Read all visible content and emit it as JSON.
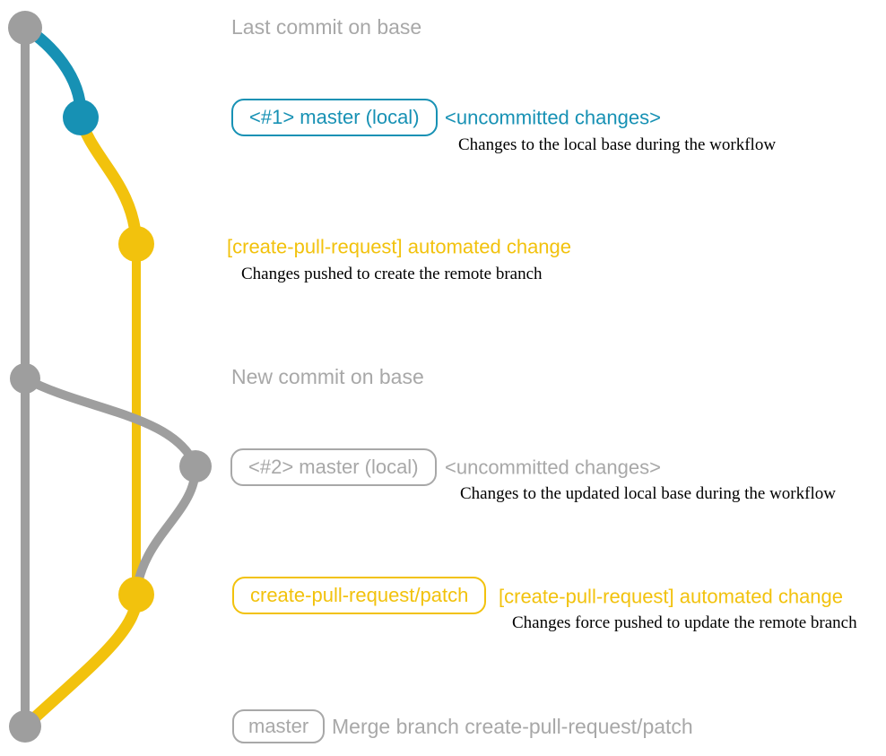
{
  "colors": {
    "gray": "#9e9e9e",
    "gray_text": "#a8a8a8",
    "teal": "#1791b4",
    "yellow": "#f2c20d",
    "black": "#000000"
  },
  "graph": {
    "branches": [
      {
        "name": "base",
        "color_key": "gray"
      },
      {
        "name": "uncommitted-changes",
        "color_key": "teal"
      },
      {
        "name": "create-pull-request/patch",
        "color_key": "yellow"
      }
    ],
    "commit_count": 7
  },
  "annotations": {
    "last_commit_label": "Last commit on base",
    "badge_master_1": "<#1> master (local)",
    "uncommitted_1_heading": "<uncommitted changes>",
    "uncommitted_1_note": "Changes to the local base during the workflow",
    "automated_1_heading": "[create-pull-request] automated change",
    "automated_1_note": "Changes pushed to create the remote branch",
    "new_commit_label": "New commit on base",
    "badge_master_2": "<#2> master (local)",
    "uncommitted_2_heading": "<uncommitted changes>",
    "uncommitted_2_note": "Changes to the updated local base during the workflow",
    "badge_patch": "create-pull-request/patch",
    "automated_2_heading": "[create-pull-request] automated change",
    "automated_2_note": "Changes force pushed to update the remote branch",
    "badge_master_final": "master",
    "merge_label": "Merge branch create-pull-request/patch"
  }
}
